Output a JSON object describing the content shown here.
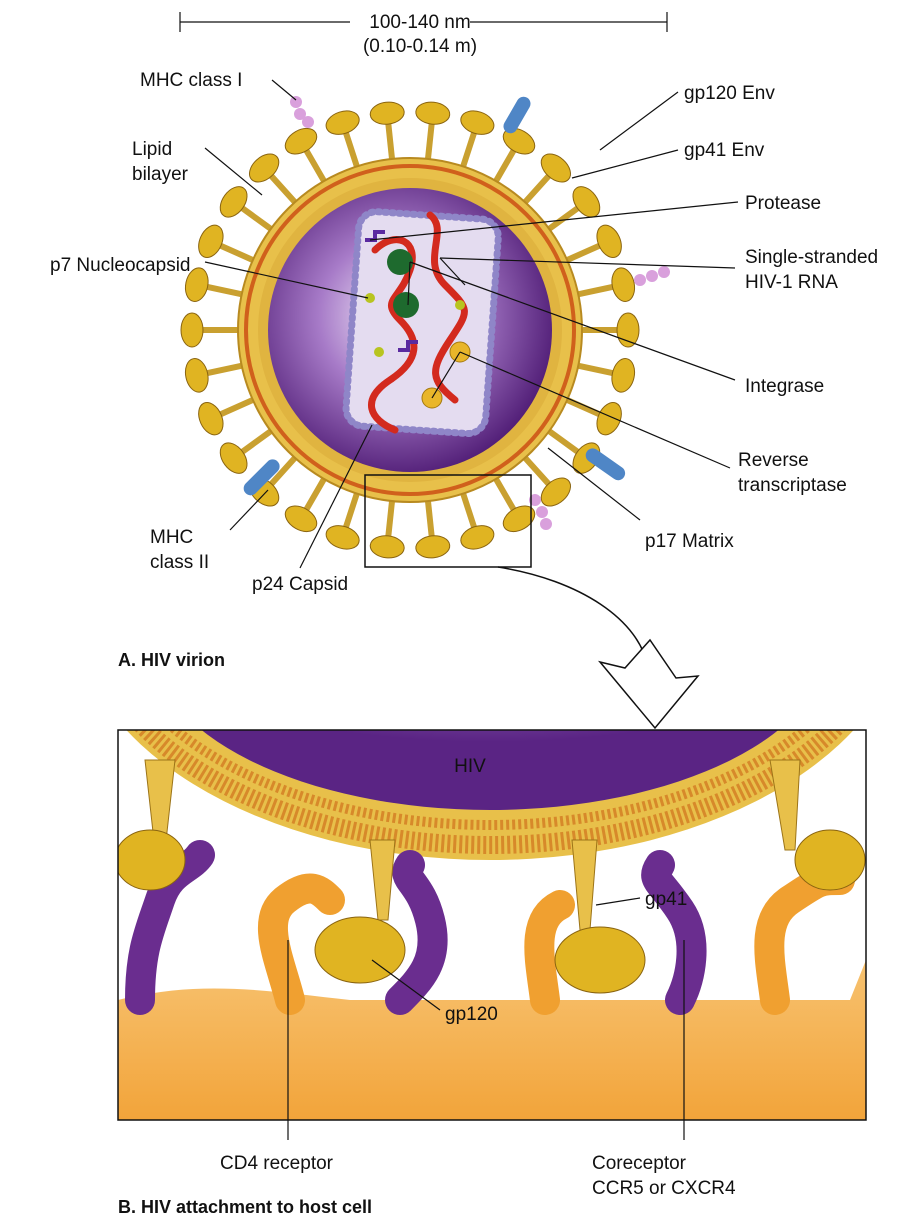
{
  "panel_a": {
    "title": "A. HIV virion",
    "scale": {
      "size_nm": "100-140 nm",
      "size_um": "(0.10-0.14 m)"
    },
    "labels": {
      "mhc1": "MHC class I",
      "lipid1": "Lipid",
      "lipid2": "bilayer",
      "p7": "p7 Nucleocapsid",
      "mhc2_1": "MHC",
      "mhc2_2": "class II",
      "p24": "p24 Capsid",
      "gp120": "gp120 Env",
      "gp41": "gp41 Env",
      "protease": "Protease",
      "rna1": "Single-stranded",
      "rna2": "HIV-1 RNA",
      "integrase": "Integrase",
      "rt1": "Reverse",
      "rt2": "transcriptase",
      "p17": "p17 Matrix"
    }
  },
  "panel_b": {
    "title": "B. HIV attachment to host cell",
    "labels": {
      "hiv": "HIV",
      "gp41": "gp41",
      "gp120": "gp120",
      "cd4": "CD4 receptor",
      "co1": "Coreceptor",
      "co2": "CCR5 or CXCR4"
    }
  },
  "colors": {
    "gold": "#e8c04a",
    "purple": "#6a2d8f",
    "orange": "#f2a43a",
    "rna": "#d32a1e",
    "blue": "#4f86c6"
  }
}
